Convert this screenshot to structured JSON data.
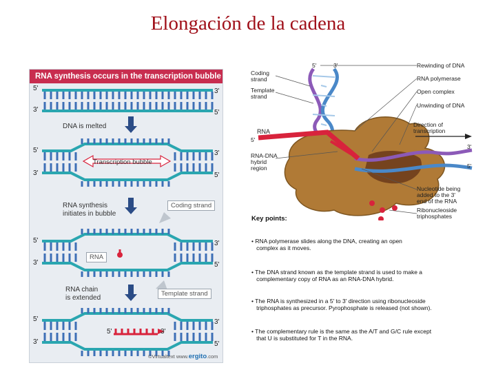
{
  "title": "Elongación de la cadena",
  "left_panel": {
    "header": "RNA synthesis occurs in the transcription bubble",
    "five_prime": "5'",
    "three_prime": "3'",
    "step1": "DNA is melted",
    "bubble_label": "Transcription bubble",
    "step2_line1": "RNA synthesis",
    "step2_line2": "initiates in bubble",
    "coding_strand": "Coding strand",
    "rna_label": "RNA",
    "step3_line1": "RNA chain",
    "step3_line2": "is extended",
    "template_strand": "Template strand",
    "credit_prefix": "©Virtualtext www.",
    "credit_brand": "ergito",
    "credit_suffix": ".com"
  },
  "right_panel": {
    "top_5": "5'",
    "top_3": "3'",
    "coding_strand": "Coding\nstrand",
    "template_strand": "Template\nstrand",
    "rna": "RNA",
    "rna_5": "5'",
    "hybrid": "RNA-DNA\nhybrid\nregion",
    "rewinding": "Rewinding of DNA",
    "polymerase": "RNA polymerase",
    "open_complex": "Open complex",
    "unwinding": "Unwinding of DNA",
    "direction": "Direction of\ntranscription",
    "right_3": "3'",
    "right_5": "5'",
    "nucleotide": "Nucleotide being\nadded to the 3'\nend of the RNA",
    "ribonucleoside": "Ribonucleoside\ntriphosphates"
  },
  "key_points": {
    "heading": "Key points:",
    "items": [
      "• RNA polymerase slides along the DNA, creating an open\n   complex as it moves.",
      "• The DNA strand known as the template strand is used to make a\n   complementary copy of RNA as an RNA-DNA hybrid.",
      "• The RNA is synthesized in a 5' to 3' direction using ribonucleoside\n   triphosphates as precursor. Pyrophosphate is released (not shown).",
      "• The complementary rule is the same as the A/T and G/C rule except\n   that U is substituted for T in the RNA."
    ]
  },
  "colors": {
    "title": "#a0101a",
    "header": "#c82d4f",
    "dna_backbone": "#2aa6b0",
    "base_blue": "#3d6fb6",
    "rna_red": "#d8233c",
    "polymerase": "#b07a36",
    "template_strand_blue": "#4a88c8",
    "coding_strand_purple": "#8c5ab8"
  }
}
